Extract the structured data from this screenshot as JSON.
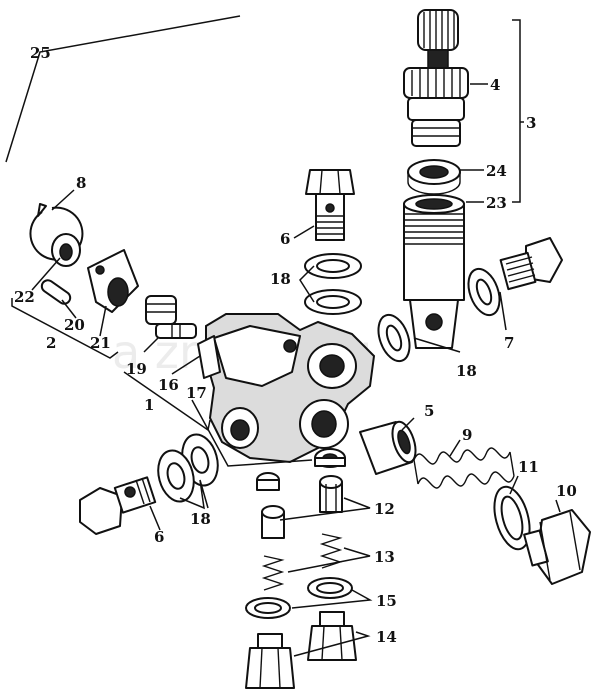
{
  "watermark": "a znaem.ru",
  "callouts": [
    {
      "id": "c1",
      "text": "1"
    },
    {
      "id": "c2",
      "text": "2"
    },
    {
      "id": "c3",
      "text": "3"
    },
    {
      "id": "c4",
      "text": "4"
    },
    {
      "id": "c5",
      "text": "5"
    },
    {
      "id": "c6a",
      "text": "6"
    },
    {
      "id": "c6b",
      "text": "6"
    },
    {
      "id": "c7",
      "text": "7"
    },
    {
      "id": "c8",
      "text": "8"
    },
    {
      "id": "c9",
      "text": "9"
    },
    {
      "id": "c10",
      "text": "10"
    },
    {
      "id": "c11",
      "text": "11"
    },
    {
      "id": "c12",
      "text": "12"
    },
    {
      "id": "c13",
      "text": "13"
    },
    {
      "id": "c14",
      "text": "14"
    },
    {
      "id": "c15",
      "text": "15"
    },
    {
      "id": "c16",
      "text": "16"
    },
    {
      "id": "c17",
      "text": "17"
    },
    {
      "id": "c18a",
      "text": "18"
    },
    {
      "id": "c18b",
      "text": "18"
    },
    {
      "id": "c18c",
      "text": "18"
    },
    {
      "id": "c19",
      "text": "19"
    },
    {
      "id": "c20",
      "text": "20"
    },
    {
      "id": "c21",
      "text": "21"
    },
    {
      "id": "c22",
      "text": "22"
    },
    {
      "id": "c23",
      "text": "23"
    },
    {
      "id": "c24",
      "text": "24"
    },
    {
      "id": "c25",
      "text": "25"
    }
  ]
}
